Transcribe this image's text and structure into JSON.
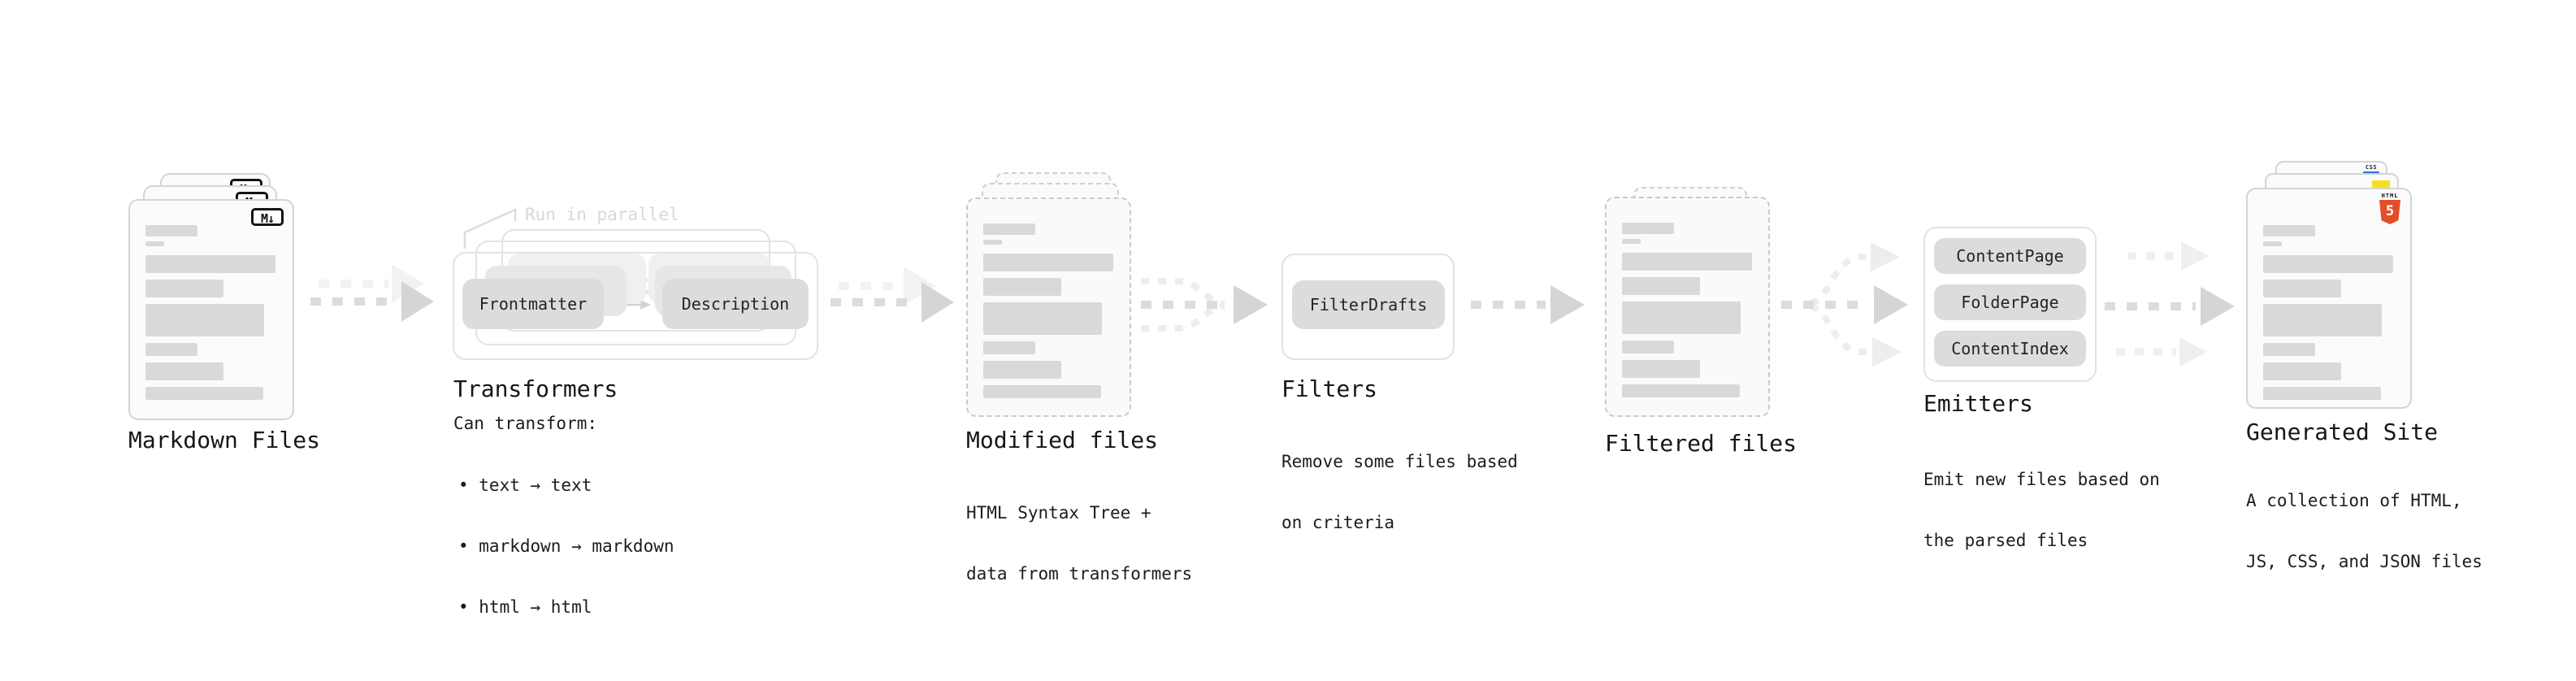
{
  "colors": {
    "background": "#ffffff",
    "bar_gray": "#d9d9d9",
    "box_gray": "#dcdcdc",
    "arrow_gray": "#dcdcdc",
    "arrow_head_gray": "#d5d5d5",
    "ghost_arrow_gray": "#f2f2f2",
    "text": "#1b1b1b",
    "muted_callout": "#d8d8d8",
    "html5_orange": "#e44d26",
    "js_yellow": "#f7df1e",
    "css_blue": "#2b6fe3"
  },
  "stages": {
    "markdown_files": {
      "title": "Markdown Files",
      "badge": "M↓"
    },
    "transformers": {
      "title": "Transformers",
      "callout": "Run in parallel",
      "box1": "Frontmatter",
      "box2": "Description",
      "desc_heading": "Can transform:",
      "bullets": [
        "• text → text",
        "• markdown → markdown",
        "• html → html"
      ]
    },
    "modified_files": {
      "title": "Modified files",
      "desc1": "HTML Syntax Tree +",
      "desc2": "data from transformers"
    },
    "filters": {
      "title": "Filters",
      "box1": "FilterDrafts",
      "desc1": "Remove some files based",
      "desc2": "on criteria"
    },
    "filtered_files": {
      "title": "Filtered files"
    },
    "emitters": {
      "title": "Emitters",
      "box1": "ContentPage",
      "box2": "FolderPage",
      "box3": "ContentIndex",
      "desc1": "Emit new files based on",
      "desc2": "the parsed files"
    },
    "generated_site": {
      "title": "Generated Site",
      "desc1": "A collection of HTML,",
      "desc2": "JS, CSS, and JSON files",
      "html_badge_label": "HTML",
      "html_badge_number": "5",
      "css_badge": "CSS"
    }
  }
}
